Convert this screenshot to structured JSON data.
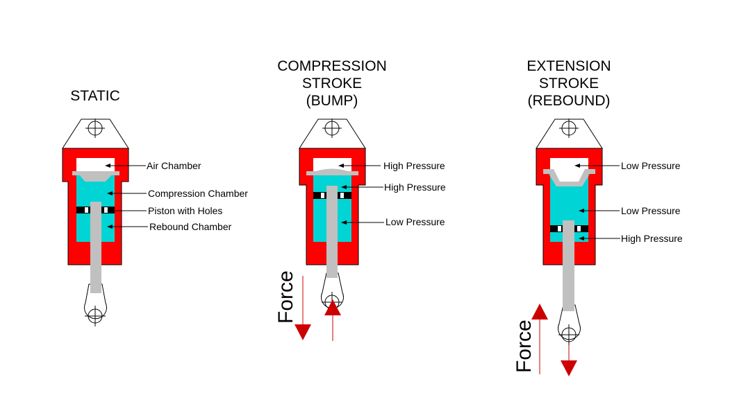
{
  "panels": {
    "static": {
      "title": [
        "STATIC"
      ],
      "labels": {
        "air": "Air Chamber",
        "compression": "Compression Chamber",
        "piston": "Piston with Holes",
        "rebound": "Rebound Chamber"
      }
    },
    "compression": {
      "title": [
        "COMPRESSION",
        "STROKE",
        "(BUMP)"
      ],
      "labels": {
        "air": "High Pressure",
        "upper": "High Pressure",
        "lower": "Low Pressure"
      },
      "force": "Force"
    },
    "extension": {
      "title": [
        "EXTENSION",
        "STROKE",
        "(REBOUND)"
      ],
      "labels": {
        "air": "Low Pressure",
        "upper": "Low Pressure",
        "lower": "High Pressure"
      },
      "force": "Force"
    }
  },
  "colors": {
    "body": "#ff0000",
    "fluid": "#00d4d4",
    "rod": "#c0c0c0",
    "arrow": "#cc0000",
    "piston": "#000000"
  }
}
